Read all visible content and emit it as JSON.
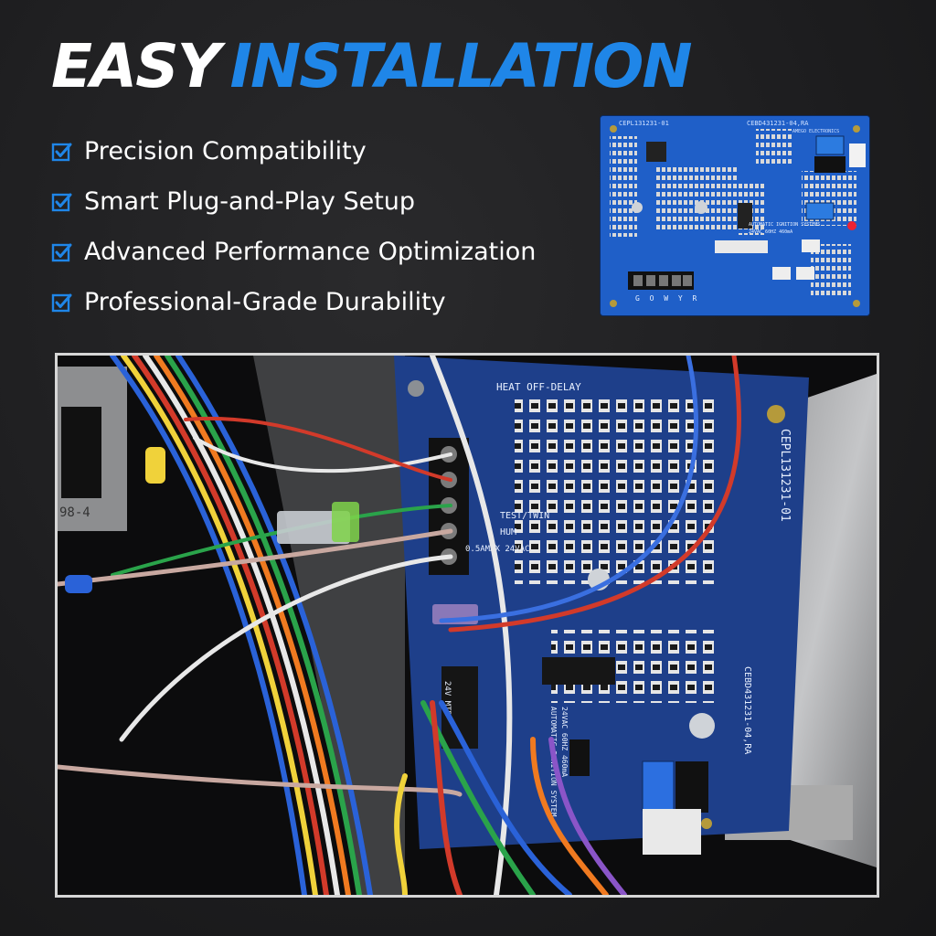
{
  "headline": {
    "part1": "EASY",
    "part2": "INSTALLATION"
  },
  "features": [
    {
      "label": "Precision Compatibility"
    },
    {
      "label": "Smart Plug-and-Play Setup"
    },
    {
      "label": "Advanced Performance Optimization"
    },
    {
      "label": "Professional-Grade Durability"
    }
  ],
  "board_thumb": {
    "model_left": "CEPL131231-01",
    "model_right": "CEBD431231-04,RA",
    "brand": "AMEGO ELECTRONICS",
    "ignition": "AUTOMATIC IGNITION SYSTEMS",
    "rating": "24VAC 60HZ 460mA",
    "terminals": "G O W Y R"
  },
  "photo": {
    "heat_label": "HEAT OFF-DELAY",
    "model_side": "CEPL131231-01",
    "model_side2": "CEBD431231-04,RA",
    "twin_label": "TEST/TWIN",
    "hum_label": "HUM",
    "current_label": "0.5AMAX 24VAC",
    "ignition": "AUTOMATIC IGNITION SYSTEM",
    "rating": "24VAC 60HZ 460mA",
    "motor_label": "24V MTR",
    "wall_tag": "98-4"
  },
  "colors": {
    "accent": "#1f86e8",
    "text": "#ffffff",
    "board": "#1f5fc8",
    "background": "#1d1d1f"
  }
}
